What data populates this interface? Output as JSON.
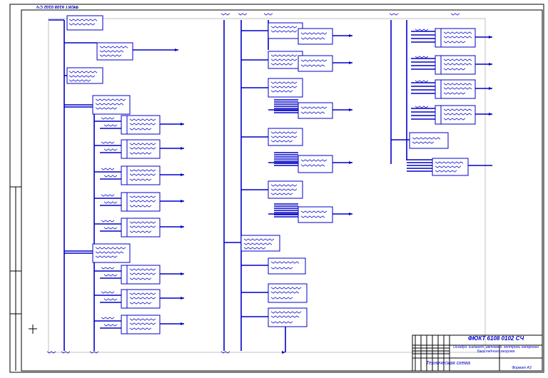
{
  "drawing": {
    "stamp_code": "ФЮКТ 6108 0102 СЧ",
    "stamp_title": "Oczallyo. Баланет, автомат. контроль напорного бака ладного загрузка",
    "stamp_name": "Техническая схема",
    "stamp_sheet": "Формат А3",
    "corner_code": "ФЮКТ 6108 0102 СЧ"
  },
  "colors": {
    "ink": "#0000c8",
    "frame": "#000000",
    "paper": "#ffffff"
  }
}
